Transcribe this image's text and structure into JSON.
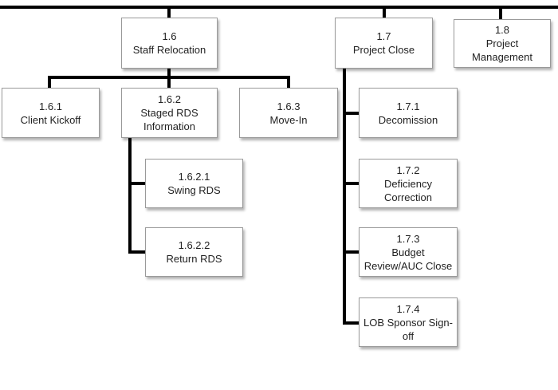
{
  "nodes": [
    {
      "id": "1.6",
      "label": "Staff Relocation"
    },
    {
      "id": "1.7",
      "label": "Project Close"
    },
    {
      "id": "1.8",
      "label": "Project Management"
    },
    {
      "id": "1.6.1",
      "label": "Client Kickoff"
    },
    {
      "id": "1.6.2",
      "label": "Staged RDS Information"
    },
    {
      "id": "1.6.3",
      "label": "Move-In"
    },
    {
      "id": "1.6.2.1",
      "label": "Swing RDS"
    },
    {
      "id": "1.6.2.2",
      "label": "Return RDS"
    },
    {
      "id": "1.7.1",
      "label": "Decomission"
    },
    {
      "id": "1.7.2",
      "label": "Deficiency Correction"
    },
    {
      "id": "1.7.3",
      "label": "Budget Review/AUC Close"
    },
    {
      "id": "1.7.4",
      "label": "LOB Sponsor Sign-off"
    }
  ]
}
